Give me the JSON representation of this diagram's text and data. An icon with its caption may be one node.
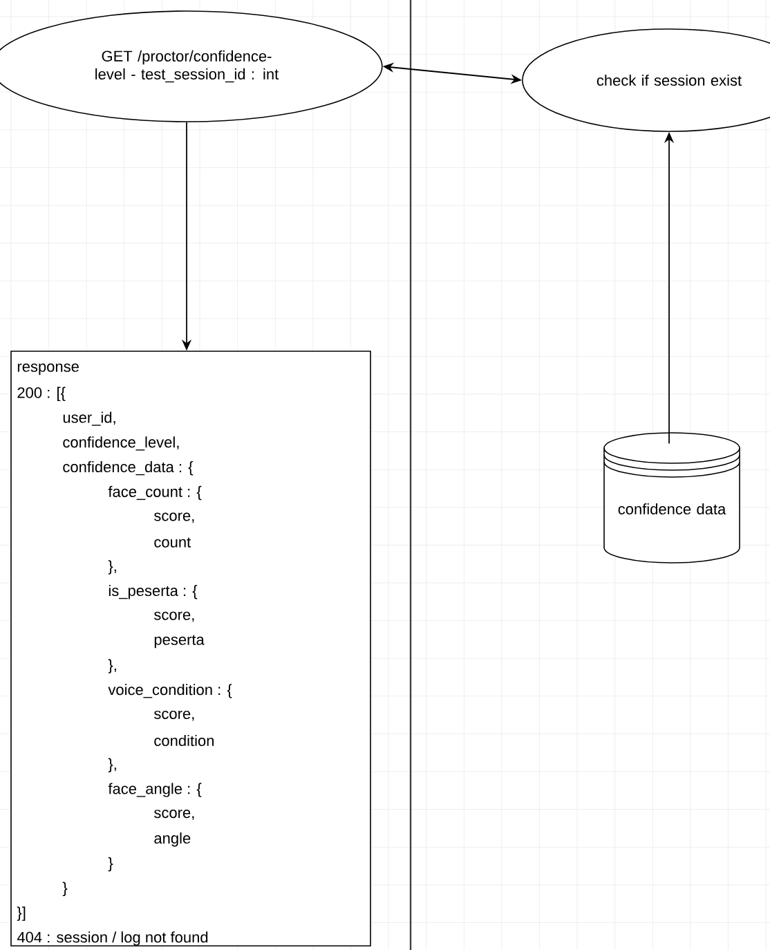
{
  "diagram": {
    "nodes": [
      {
        "text": [
          "GET /proctor/confidence-level - test_session_id : int"
        ]
      },
      {
        "text": [
          "check if session exist"
        ]
      },
      {
        "text": [
          "response",
          "200 : [{",
          "user_id,",
          "confidence_level,",
          "confidence_data : {",
          "face_count : {",
          "score,",
          "count",
          "},",
          "is_peserta : {",
          "score,",
          "peserta",
          "},",
          "voice_condition : {",
          "score,",
          "condition",
          "},",
          "face_angle : {",
          "score,",
          "angle",
          "}",
          "}",
          "}]",
          "404 : session / log not found"
        ]
      },
      {
        "text": [
          "confidence data"
        ]
      }
    ],
    "edges": [
      {
        "from": 0,
        "to": 1,
        "arrow": "both"
      },
      {
        "from": 0,
        "to": 2,
        "arrow": "to"
      },
      {
        "from": 3,
        "to": 1,
        "arrow": "to"
      }
    ]
  }
}
